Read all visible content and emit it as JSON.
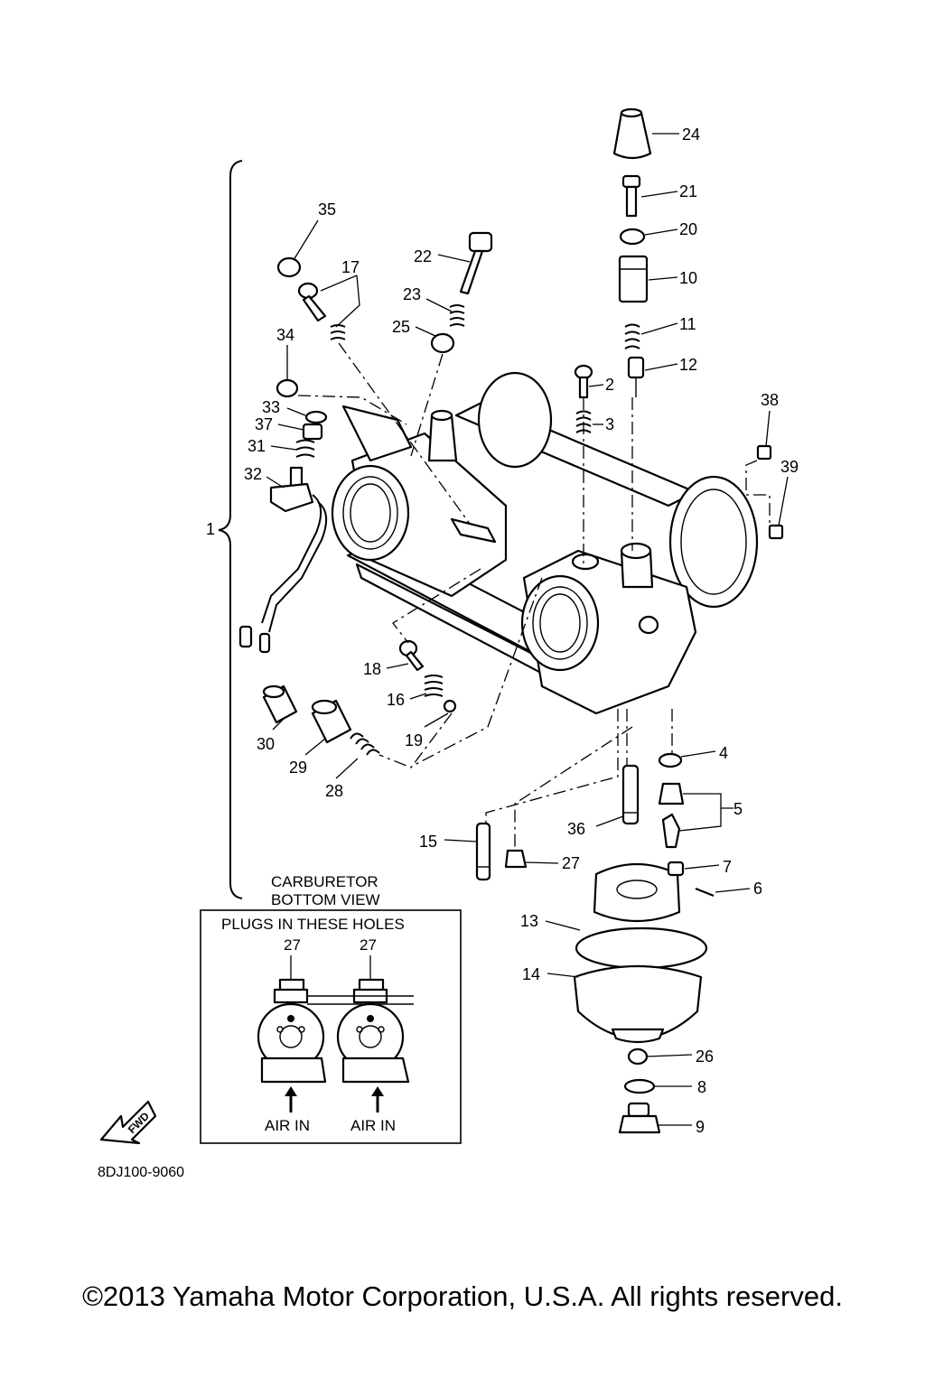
{
  "callouts": [
    {
      "n": "24"
    },
    {
      "n": "21"
    },
    {
      "n": "20"
    },
    {
      "n": "10"
    },
    {
      "n": "11"
    },
    {
      "n": "12"
    },
    {
      "n": "2"
    },
    {
      "n": "3"
    },
    {
      "n": "38"
    },
    {
      "n": "39"
    },
    {
      "n": "35"
    },
    {
      "n": "17"
    },
    {
      "n": "22"
    },
    {
      "n": "23"
    },
    {
      "n": "25"
    },
    {
      "n": "34"
    },
    {
      "n": "33"
    },
    {
      "n": "37"
    },
    {
      "n": "31"
    },
    {
      "n": "32"
    },
    {
      "n": "1"
    },
    {
      "n": "18"
    },
    {
      "n": "16"
    },
    {
      "n": "19"
    },
    {
      "n": "30"
    },
    {
      "n": "29"
    },
    {
      "n": "28"
    },
    {
      "n": "4"
    },
    {
      "n": "5"
    },
    {
      "n": "36"
    },
    {
      "n": "15"
    },
    {
      "n": "27"
    },
    {
      "n": "7"
    },
    {
      "n": "6"
    },
    {
      "n": "13"
    },
    {
      "n": "14"
    },
    {
      "n": "26"
    },
    {
      "n": "8"
    },
    {
      "n": "9"
    }
  ],
  "inset": {
    "title_line1": "CARBURETOR",
    "title_line2": "BOTTOM VIEW",
    "box_header": "PLUGS IN THESE HOLES",
    "left_plug": "27",
    "right_plug": "27",
    "left_label": "AIR IN",
    "right_label": "AIR IN"
  },
  "fwd_label": "FWD",
  "drawing_code": "8DJ100-9060",
  "copyright": "©2013 Yamaha Motor Corporation, U.S.A. All rights reserved."
}
